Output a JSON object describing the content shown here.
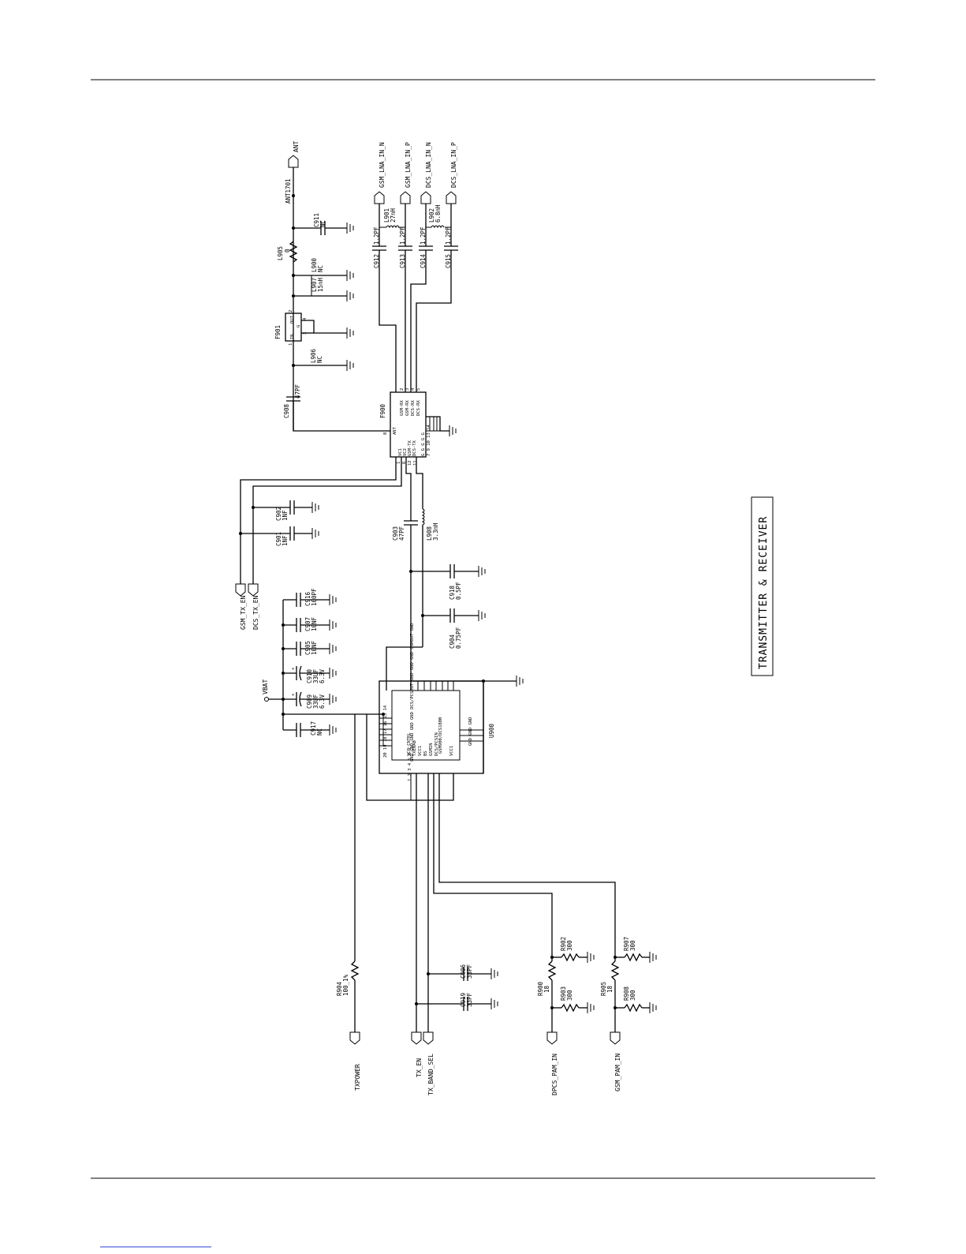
{
  "title": "TRANSMITTER & RECEIVER",
  "nets": {
    "ant": "ANT",
    "gsm_lna_n": "GSM_LNA_IN_N",
    "gsm_lna_p": "GSM_LNA_IN_P",
    "dcs_lna_n": "DCS_LNA_IN_N",
    "dcs_lna_p": "DCS_LNA_IN_P",
    "gsm_tx_en": "GSM_TX_EN",
    "dcs_tx_en": "DCS_TX_EN",
    "vbat": "VBAT",
    "txpower": "TXPOWER",
    "tx_en": "TX_EN",
    "tx_band_sel": "TX_BAND_SEL",
    "dpcs_pam_in": "DPCS_PAM_IN",
    "gsm_pam_in": "GSM_PAM_IN"
  },
  "components": {
    "ant1701": "ANT1701",
    "c911": "C911",
    "c911_v": "NC",
    "l905": "L905",
    "l905_v": "0",
    "l900": "L900",
    "l900_v": "NC",
    "l907": "L907",
    "l907_v": "15nH",
    "f901": "F901",
    "l906": "L906",
    "l906_v": "NC",
    "c908": "C908",
    "c908_v": "47PF",
    "f900": "F900",
    "c912": "C912",
    "c912_v": "1.2PF",
    "c913": "C913",
    "c913_v": "1.2PF",
    "c914": "C914",
    "c914_v": "1.2PF",
    "c915": "C915",
    "c915_v": "1.2PF",
    "l901": "L901",
    "l901_v": "27nH",
    "l902": "L902",
    "l902_v": "6.8nH",
    "c902": "C902",
    "c902_v": "1NF",
    "c901": "C901",
    "c901_v": "1NF",
    "c903": "C903",
    "c903_v": "47PF",
    "l908": "L908",
    "l908_v": "3.3nH",
    "c918": "C918",
    "c918_v": "0.5PF",
    "c904": "C904",
    "c904_v": "0.75PF",
    "c916": "C916",
    "c916_v": "100PF",
    "c907": "C907",
    "c907_v": "10NF",
    "c905": "C905",
    "c905_v": "10NF",
    "c910": "C910",
    "c910_v1": "33UF",
    "c910_v2": "6.3V",
    "c909": "C909",
    "c909_v1": "33UF",
    "c909_v2": "6.3V",
    "c917": "C917",
    "c917_v": "NC",
    "u900": "U900",
    "r904": "R904",
    "r904_v": "100_1%",
    "c906": "C906",
    "c906_v": "33PF",
    "c919": "C919",
    "c919_v": "33PF",
    "r902": "R902",
    "r902_v": "300",
    "r900": "R900",
    "r900_v": "18",
    "r903": "R903",
    "r903_v": "300",
    "r907": "R907",
    "r907_v": "300",
    "r905": "R905",
    "r905_v": "18",
    "r908": "R908",
    "r908_v": "300"
  },
  "f900_pins": {
    "ant": "ANT",
    "gsm_rx1": "GSM-RX",
    "gsm_rx2": "GSM-RX",
    "dcs_rx1": "DCS-RX",
    "dcs_rx2": "DCS-RX",
    "vc1": "VC1",
    "vc2": "VC2",
    "gsm_tx": "GSM-TX",
    "dcs_tx": "DCS-TX",
    "g": "G G G G G",
    "n8": "8",
    "n2": "2",
    "n3": "3",
    "n4": "4",
    "n5": "5",
    "n1": "1",
    "n6": "6",
    "n12": "12",
    "n11": "11",
    "gnd_nums": "7 9 10 13 14"
  },
  "f901_pins": {
    "in": "IN",
    "out": "OUT",
    "g": "G",
    "n1": "1",
    "n2": "2",
    "n3": "3",
    "n4": "4"
  },
  "u900_pins": {
    "top_row": "GND GND GND GND GND DCS/PCSOUT GND GND GND GSMOUT GND",
    "mid_1": "GSM900/DCS1800",
    "mid_2": "VCC_CNTRL",
    "mid_3": "TXENAB",
    "mid_4": "VCC1",
    "mid_5": "BS",
    "mid_6": "GSMIN",
    "mid_7": "DCS/PCSIN",
    "mid_8": "VCC1",
    "bottom_nums": "1 2 3 4 5 6 7",
    "left_nums": "20 19 18 17 16 15 14",
    "gnd_right": "GND GND GND"
  }
}
